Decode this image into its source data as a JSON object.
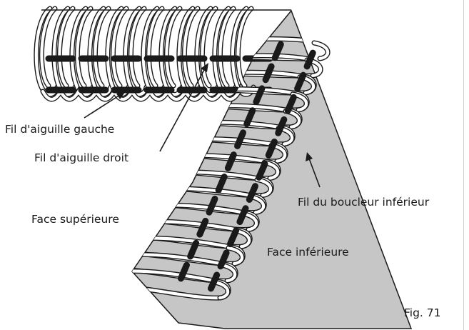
{
  "labels": {
    "left_needle_thread": "Fil d'aiguille gauche",
    "right_needle_thread": "Fil d'aiguille droit",
    "lower_looper_thread": "Fil du boucleur inférieur",
    "upper_face": "Face supérieure",
    "lower_face": "Face inférieure",
    "figure_number": "Fig. 71"
  },
  "colors": {
    "fabric": "#c6c6c6",
    "outline": "#1a1a1a",
    "stitch": "#1a1a1a",
    "thread_loop": "#ffffff"
  }
}
